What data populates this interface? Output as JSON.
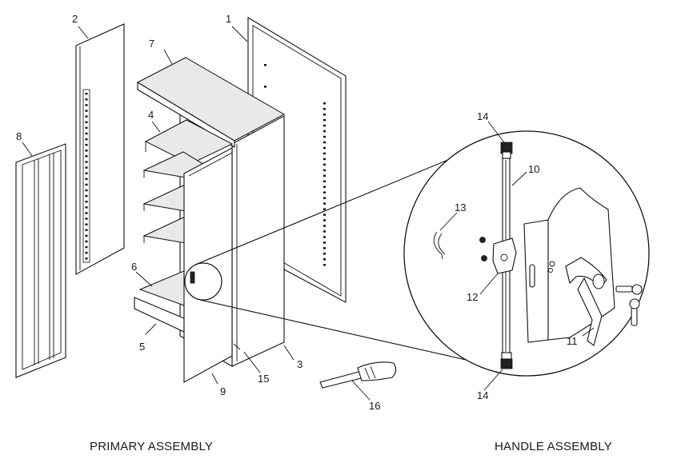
{
  "figure": {
    "captions": {
      "primary": "PRIMARY ASSEMBLY",
      "handle": "HANDLE ASSEMBLY"
    },
    "callouts": [
      {
        "id": "1",
        "label": "1"
      },
      {
        "id": "2",
        "label": "2"
      },
      {
        "id": "3",
        "label": "3"
      },
      {
        "id": "4",
        "label": "4"
      },
      {
        "id": "5",
        "label": "5"
      },
      {
        "id": "6",
        "label": "6"
      },
      {
        "id": "7",
        "label": "7"
      },
      {
        "id": "8",
        "label": "8"
      },
      {
        "id": "9",
        "label": "9"
      },
      {
        "id": "10",
        "label": "10"
      },
      {
        "id": "11",
        "label": "11"
      },
      {
        "id": "12",
        "label": "12"
      },
      {
        "id": "13",
        "label": "13"
      },
      {
        "id": "14a",
        "label": "14"
      },
      {
        "id": "14b",
        "label": "14"
      },
      {
        "id": "15",
        "label": "15"
      },
      {
        "id": "16",
        "label": "16"
      }
    ],
    "colors": {
      "line": "#111111",
      "background": "#ffffff",
      "fill_grey": "#e9e9e9"
    }
  }
}
